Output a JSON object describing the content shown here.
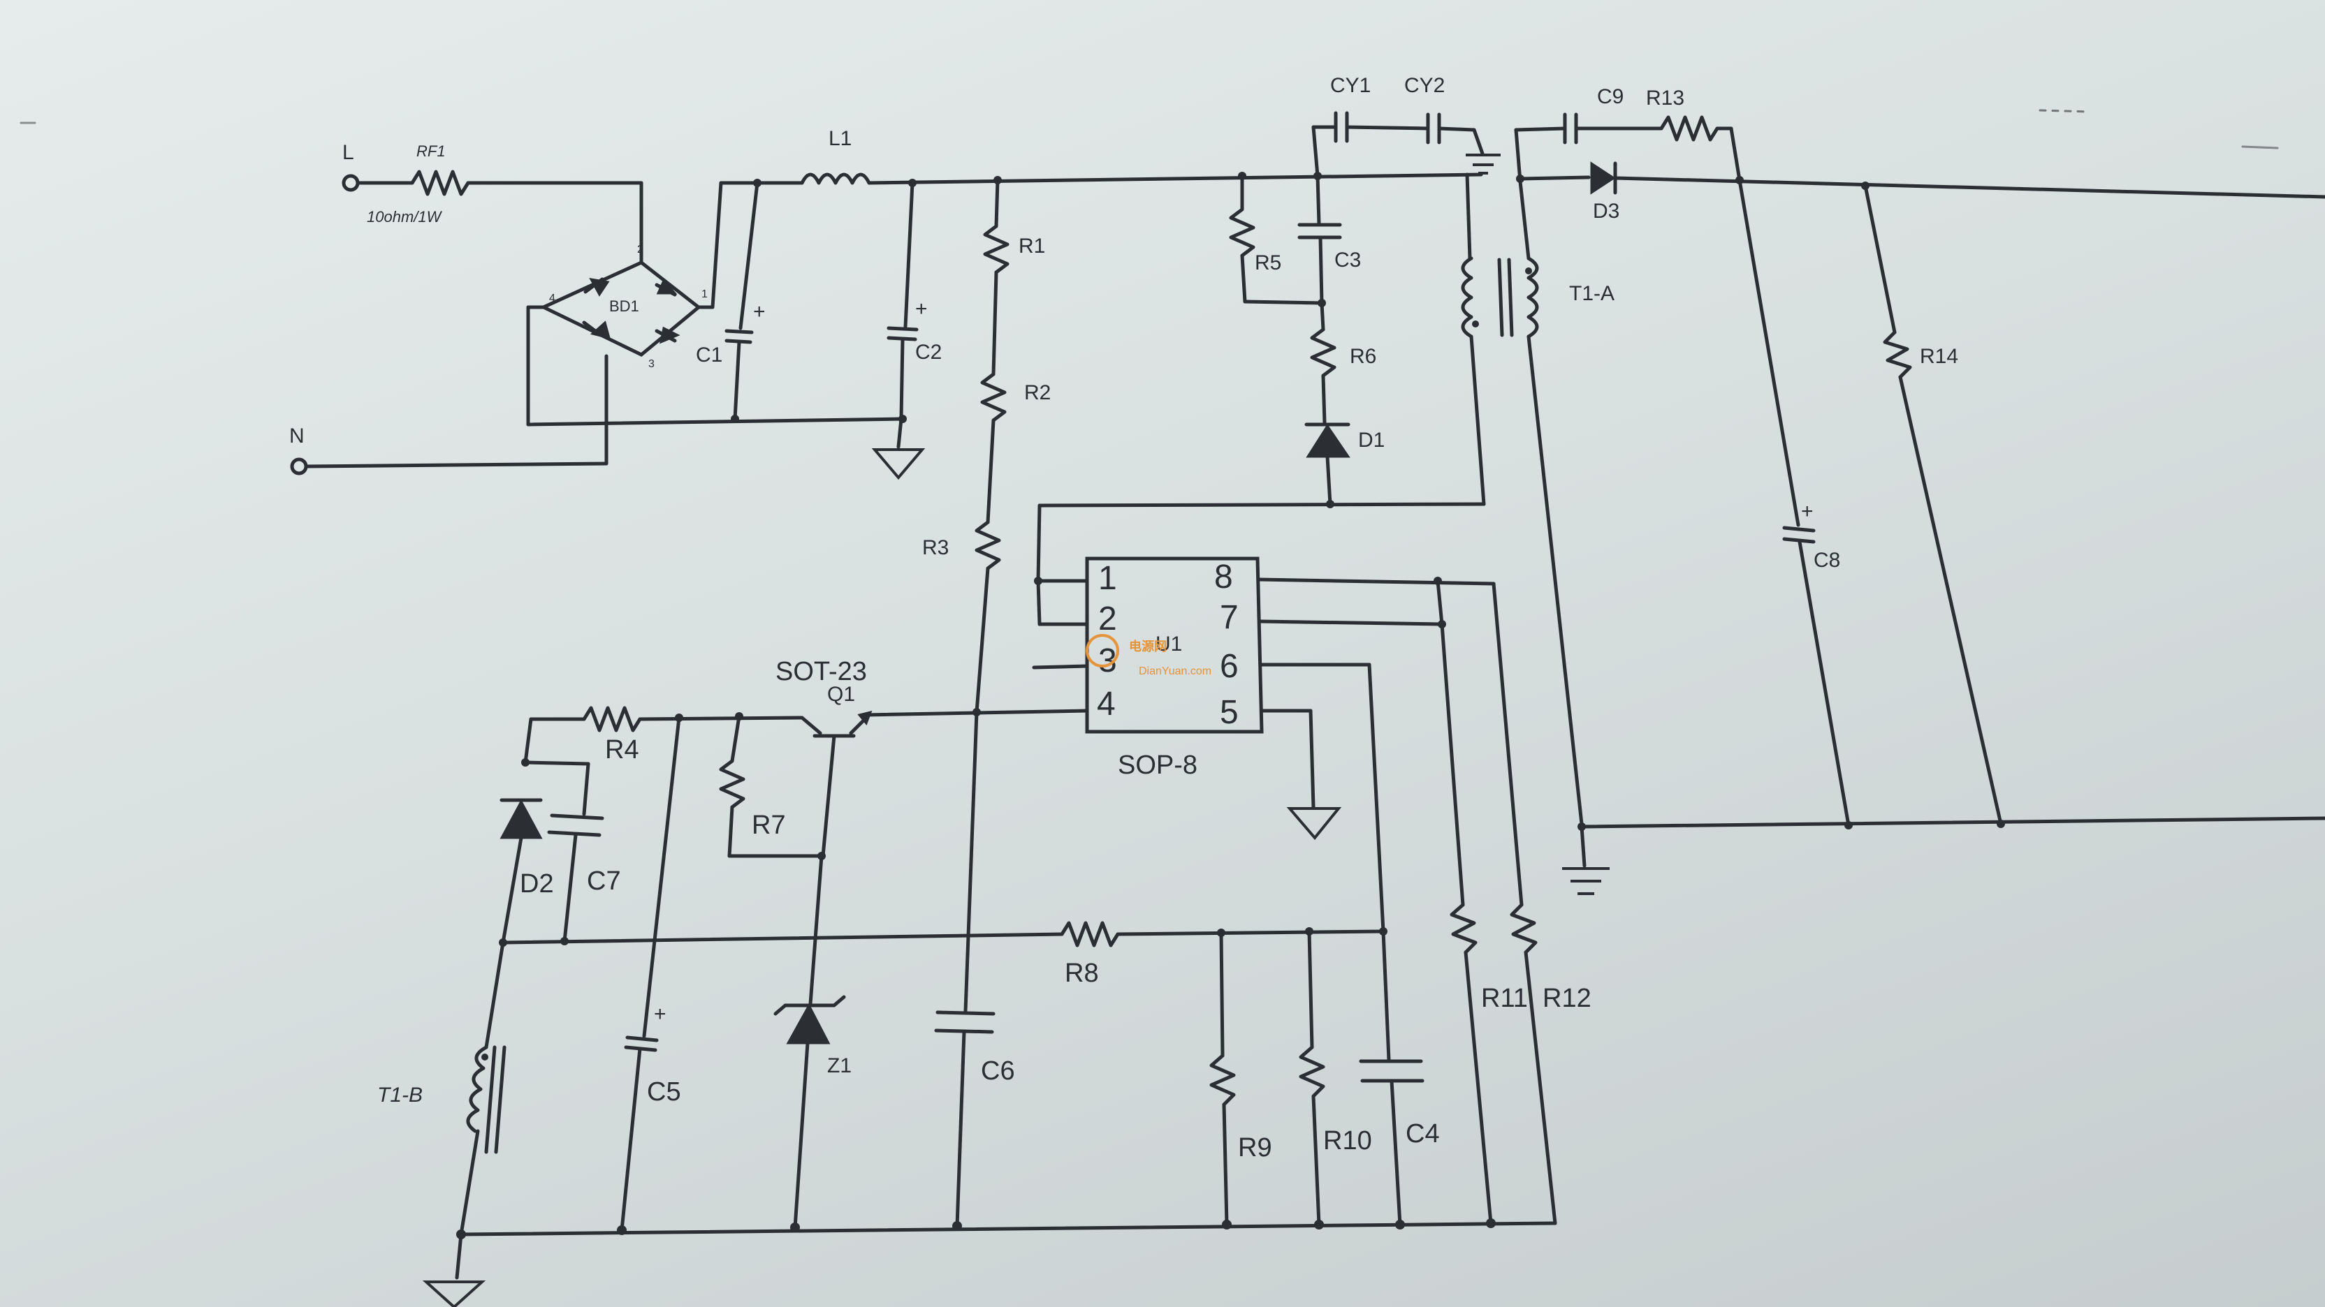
{
  "schematic": {
    "terminals": {
      "line": "L",
      "neutral": "N"
    },
    "components": {
      "RF1": "RF1",
      "RF1_value": "10ohm/1W",
      "BD1": "BD1",
      "BD1_pins": [
        "1",
        "2",
        "3",
        "4"
      ],
      "L1": "L1",
      "C1": "C1",
      "C2": "C2",
      "C3": "C3",
      "C4": "C4",
      "C5": "C5",
      "C6": "C6",
      "C7": "C7",
      "C8": "C8",
      "C9": "C9",
      "CY1": "CY1",
      "CY2": "CY2",
      "R1": "R1",
      "R2": "R2",
      "R3": "R3",
      "R4": "R4",
      "R5": "R5",
      "R6": "R6",
      "R7": "R7",
      "R8": "R8",
      "R9": "R9",
      "R10": "R10",
      "R11": "R11",
      "R12": "R12",
      "R13": "R13",
      "R14": "R14",
      "D1": "D1",
      "D2": "D2",
      "D3": "D3",
      "Z1": "Z1",
      "Q1": "Q1",
      "Q1_package": "SOT-23",
      "U1": "U1",
      "U1_package": "SOP-8",
      "U1_pins": [
        "1",
        "2",
        "3",
        "4",
        "5",
        "6",
        "7",
        "8"
      ],
      "T1A": "T1-A",
      "T1B": "T1-B"
    },
    "polarity_mark": "+",
    "watermark": {
      "brand": "电源网",
      "url": "DianYuan.com"
    }
  },
  "colors": {
    "ink": "#2b2f33",
    "paper": "#dde3e3",
    "watermark": "#e4943a"
  }
}
